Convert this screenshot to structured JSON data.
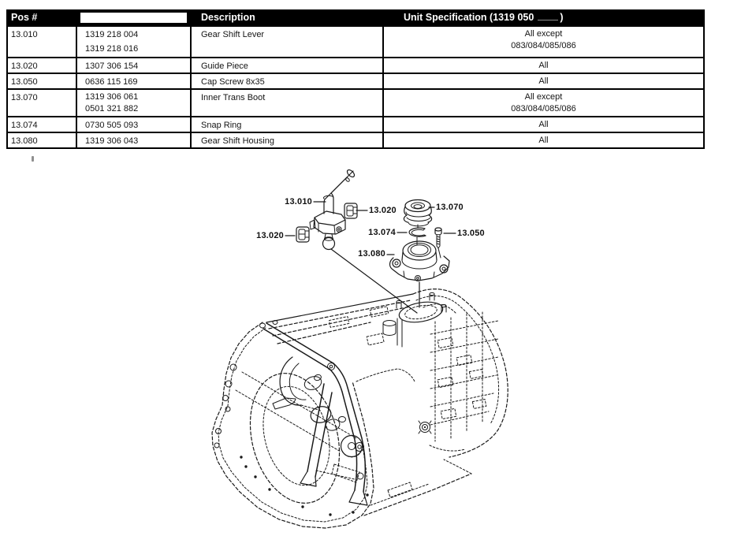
{
  "table": {
    "headers": {
      "pos": "Pos #",
      "part_number": "",
      "description": "Description",
      "unit_spec_prefix": "Unit Specification (1319 050",
      "unit_spec_suffix": ")"
    },
    "rows": [
      {
        "pos": "13.010",
        "part_numbers": [
          "1319 218 004",
          "1319 218 016"
        ],
        "description": "Gear Shift Lever",
        "spec": [
          "All except",
          "083/084/085/086"
        ]
      },
      {
        "pos": "13.020",
        "part_numbers": [
          "1307 306 154"
        ],
        "description": "Guide Piece",
        "spec": [
          "All"
        ]
      },
      {
        "pos": "13.050",
        "part_numbers": [
          "0636 115 169"
        ],
        "description": "Cap Screw 8x35",
        "spec": [
          "All"
        ]
      },
      {
        "pos": "13.070",
        "part_numbers": [
          "1319 306 061",
          "0501 321 882"
        ],
        "description": "Inner Trans Boot",
        "spec": [
          "All except",
          "083/084/085/086"
        ]
      },
      {
        "pos": "13.074",
        "part_numbers": [
          "0730 505 093"
        ],
        "description": "Snap Ring",
        "spec": [
          "All"
        ]
      },
      {
        "pos": "13.080",
        "part_numbers": [
          "1319 306 043"
        ],
        "description": "Gear Shift Housing",
        "spec": [
          "All"
        ]
      }
    ]
  },
  "diagram": {
    "callouts": [
      {
        "id": "13-010",
        "label": "13.010"
      },
      {
        "id": "13-020-right",
        "label": "13.020"
      },
      {
        "id": "13-020-left",
        "label": "13.020"
      },
      {
        "id": "13-070",
        "label": "13.070"
      },
      {
        "id": "13-074",
        "label": "13.074"
      },
      {
        "id": "13-050",
        "label": "13.050"
      },
      {
        "id": "13-080",
        "label": "13.080"
      }
    ],
    "colors": {
      "line": "#1a1a1a",
      "table_border": "#000000",
      "header_bg": "#000000",
      "header_text": "#ffffff"
    }
  }
}
